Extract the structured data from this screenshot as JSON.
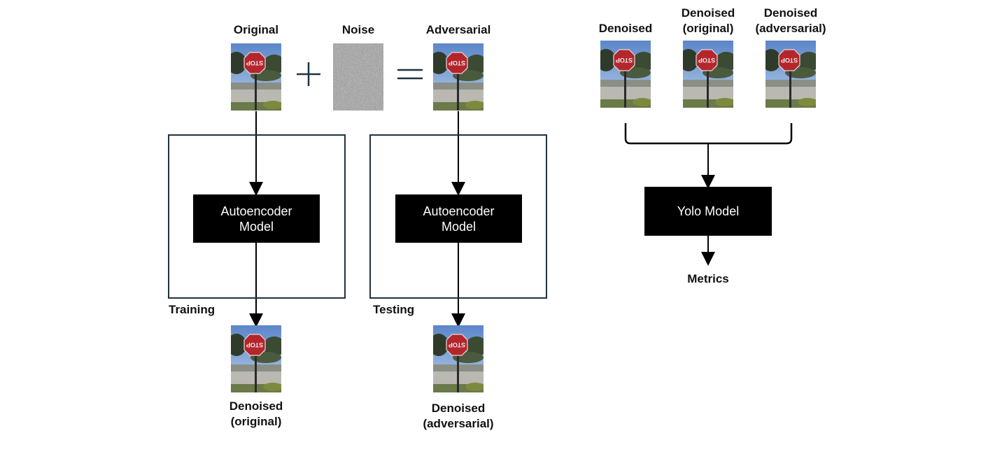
{
  "labels": {
    "original": "Original",
    "noise": "Noise",
    "adversarial": "Adversarial",
    "training": "Training",
    "testing": "Testing",
    "denoised_original_bottom": "Denoised\n(original)",
    "denoised_adversarial_bottom": "Denoised\n(adversarial)",
    "denoised_top": "Denoised",
    "denoised_original_top": "Denoised\n(original)",
    "denoised_adversarial_top": "Denoised\n(adversarial)",
    "metrics": "Metrics"
  },
  "models": {
    "autoencoder_train": "Autoencoder\nModel",
    "autoencoder_test": "Autoencoder\nModel",
    "yolo": "Yolo Model"
  },
  "operators": {
    "plus": "+",
    "equals": "="
  },
  "colors": {
    "frame": "#1f3340",
    "model_bg": "#000000",
    "model_text": "#ffffff",
    "wire": "#000000"
  }
}
